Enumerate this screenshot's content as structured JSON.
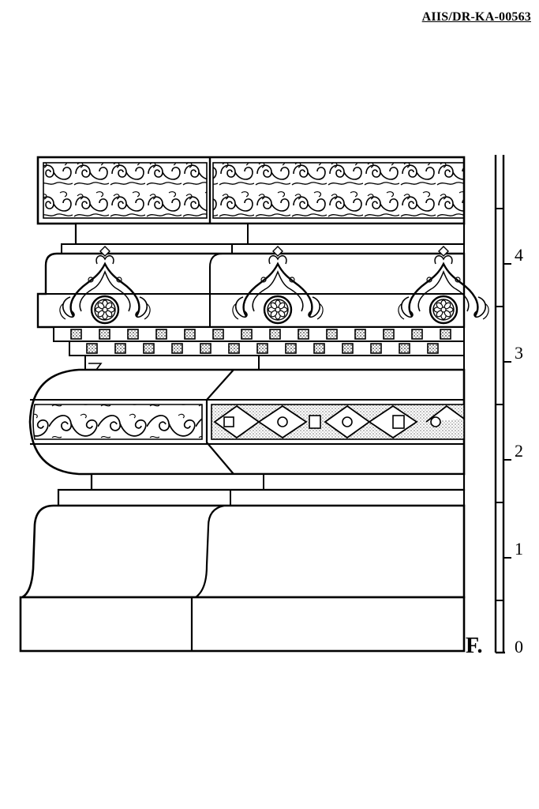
{
  "drawing": {
    "reference": "AIIS/DR-KA-00563",
    "figure_label": "F.",
    "scale_labels": [
      "0",
      "1",
      "2",
      "3",
      "4"
    ],
    "stroke_color": "#000000",
    "paper_color": "#ffffff"
  }
}
